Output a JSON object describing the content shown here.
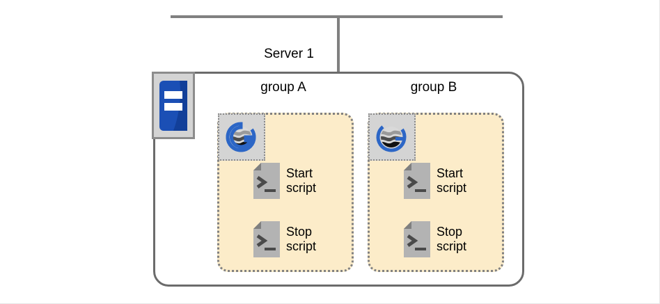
{
  "diagram": {
    "server": {
      "label": "Server 1",
      "icon": "server-icon"
    },
    "network": {
      "bus_line": "network-bus-line",
      "drop_line": "network-drop-line"
    },
    "groups": [
      {
        "label": "group A",
        "cluster_icon": "cluster-globe-icon",
        "scripts": [
          {
            "name": "start-script",
            "label": "Start\nscript",
            "icon": "script-file-icon"
          },
          {
            "name": "stop-script",
            "label": "Stop\nscript",
            "icon": "script-file-icon"
          }
        ]
      },
      {
        "label": "group B",
        "cluster_icon": "cluster-globe-icon",
        "scripts": [
          {
            "name": "start-script",
            "label": "Start\nscript",
            "icon": "script-file-icon"
          },
          {
            "name": "stop-script",
            "label": "Stop\nscript",
            "icon": "script-file-icon"
          }
        ]
      }
    ],
    "colors": {
      "group_fill": "#fcecc9",
      "group_border": "#808080",
      "server_border": "#6b6b6b",
      "line": "#808080",
      "icon_blue": "#2c66c6",
      "icon_blue_dark": "#123f99",
      "icon_gray": "#b3b3b3",
      "icon_gray_dark": "#7f7f7f",
      "badge_fill": "#d4d4d4"
    }
  }
}
